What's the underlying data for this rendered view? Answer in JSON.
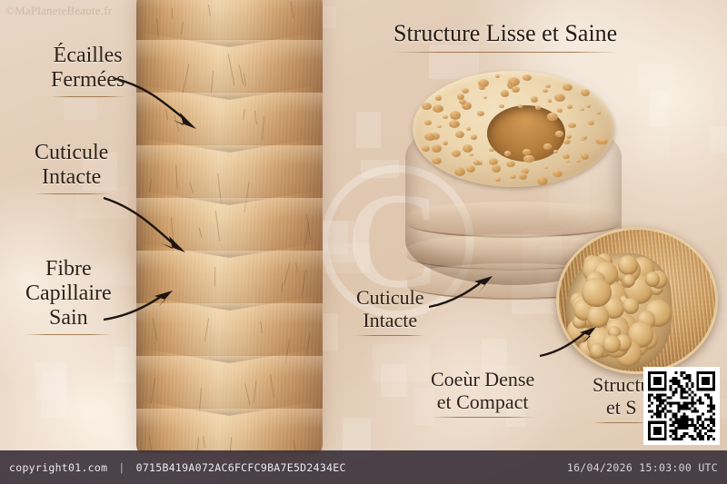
{
  "watermark": {
    "site": "©MaPlaneteBeaute.fr",
    "center_glyph": "©"
  },
  "title": {
    "text": "Structure Lisse et Saine"
  },
  "labels": {
    "left": [
      {
        "id": "ecailles-fermees",
        "line1": "Écailles",
        "line2": "Fermées"
      },
      {
        "id": "cuticule-intacte",
        "line1": "Cuticule",
        "line2": "Intacte"
      },
      {
        "id": "fibre-capillaire-sain",
        "line1": "Fibre",
        "line2": "Capillaire",
        "line3": "Sain"
      }
    ],
    "right": [
      {
        "id": "cuticule-intacte-right",
        "line1": "Cuticule",
        "line2": "Intacte"
      },
      {
        "id": "coeur-dense-compact",
        "line1": "Coeùr Dense",
        "line2": "et Compact"
      },
      {
        "id": "structure-lisse-saine-bottom",
        "line1": "Structu",
        "line2": "et S"
      }
    ]
  },
  "illustration": {
    "hair_shaft_label": "hair-shaft-scales",
    "cross_section_label": "hair-cross-section",
    "inset_label": "cortex-detail-inset"
  },
  "footer": {
    "source": "copyright01.com",
    "separator": "|",
    "hash": "0715B419A072AC6FCFC9BA7E5D2434EC",
    "timestamp": "16/04/2026 15:03:00 UTC"
  },
  "colors": {
    "background": "#e3cdb8",
    "hair_light": "#edd2a9",
    "hair_mid": "#cf9f6a",
    "hair_dark": "#8d6747",
    "text": "#2e2118",
    "footer_bar": "#3a3038"
  }
}
